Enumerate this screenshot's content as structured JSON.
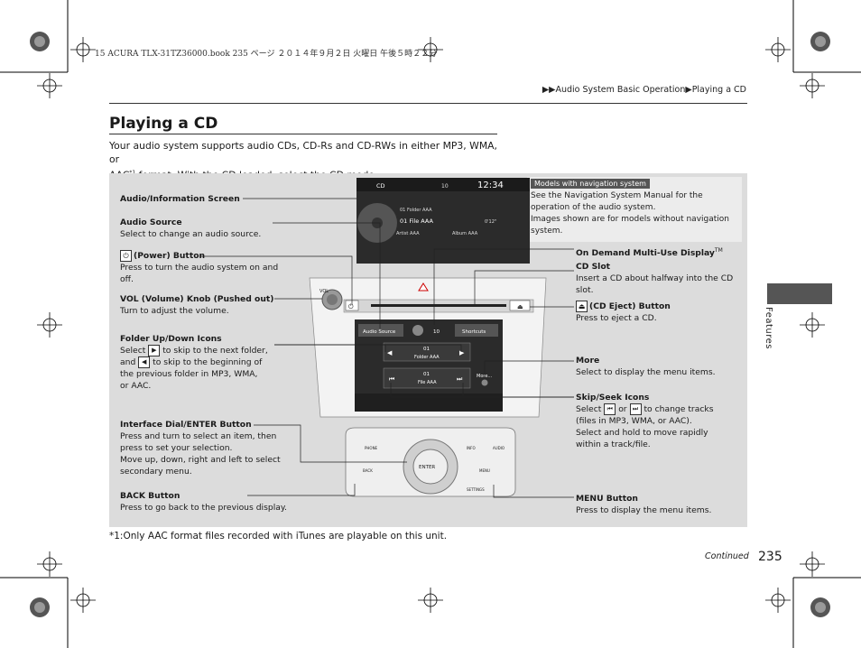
{
  "print_header": "15 ACURA TLX-31TZ36000.book  235 ページ  ２０１４年９月２日  火曜日  午後５時２２分",
  "breadcrumb": {
    "arrows": "▶▶",
    "section": "Audio System Basic Operation",
    "separator": "▶",
    "page": "Playing a CD"
  },
  "title": "Playing a CD",
  "intro": {
    "line1": "Your audio system supports audio CDs, CD-Rs and CD-RWs in either MP3, WMA, or",
    "line2_pre": "AAC",
    "sup": "*1",
    "line2_post": " format. With the CD loaded, select the CD mode."
  },
  "note": {
    "tag": "Models with navigation system",
    "p1": "See the Navigation System Manual for the operation of the audio system.",
    "p2": "Images shown are for models without navigation system."
  },
  "labels": {
    "audio_info_screen": {
      "title": "Audio/Information Screen"
    },
    "audio_source": {
      "title": "Audio Source",
      "desc": "Select to change an audio source."
    },
    "power": {
      "title": "(Power) Button",
      "icon": "power-icon",
      "desc": "Press to turn the audio system on and off."
    },
    "vol": {
      "title": "VOL (Volume) Knob (Pushed out)",
      "desc": "Turn to adjust the volume."
    },
    "folder": {
      "title": "Folder Up/Down Icons",
      "l1a": "Select",
      "l1b": "to skip to the next folder,",
      "l2a": "and",
      "l2b": "to skip to the beginning of",
      "l3": "the previous folder in MP3, WMA,",
      "l4": "or AAC."
    },
    "dial": {
      "title": "Interface Dial/ENTER Button",
      "desc1": "Press and turn to select an item, then press to set your selection.",
      "desc2": "Move up, down, right and left to select secondary menu."
    },
    "back": {
      "title": "BACK Button",
      "desc": "Press to go back to the previous display."
    },
    "on_demand": {
      "title": "On Demand Multi-Use Display",
      "tm": "TM"
    },
    "cd_slot": {
      "title": "CD Slot",
      "desc": "Insert a CD about halfway into the CD slot."
    },
    "cd_eject": {
      "title": "(CD Eject) Button",
      "icon": "eject-icon",
      "desc": "Press to eject a CD."
    },
    "more": {
      "title": "More",
      "desc": "Select to display the menu items."
    },
    "skip": {
      "title": "Skip/Seek Icons",
      "l1a": "Select",
      "l1b": "or",
      "l1c": "to change tracks",
      "l2": "(files in MP3, WMA, or AAC).",
      "l3": "Select and hold to move rapidly",
      "l4": "within a track/file."
    },
    "menu": {
      "title": "MENU Button",
      "desc": "Press to display the menu items."
    }
  },
  "device": {
    "upper_screen": {
      "mode": "CD",
      "time": "12:34",
      "vol": "10",
      "folder": "01 Folder AAA",
      "file": "01 File AAA",
      "elapsed": "0'12\"",
      "artist": "Artist AAA",
      "album": "Album AAA"
    },
    "lower_screen": {
      "audio_source": "Audio Source",
      "vol": "10",
      "shortcuts": "Shortcuts",
      "folder_num": "01",
      "folder_name": "Folder AAA",
      "file_num": "01",
      "file_name": "File AAA",
      "more": "More..."
    },
    "knob_label": "VOL",
    "dial": {
      "enter": "ENTER",
      "phone": "PHONE",
      "info": "INFO",
      "audio": "AUDIO",
      "back": "BACK",
      "menu": "MENU",
      "settings": "SETTINGS"
    }
  },
  "footnote": "*1:Only AAC format files recorded with iTunes are playable on this unit.",
  "continued": "Continued",
  "page_number": "235",
  "side_tab": "Features",
  "colors": {
    "panel": "#dcdcdc",
    "tab": "#555555",
    "screen": "#2b2b2b"
  }
}
